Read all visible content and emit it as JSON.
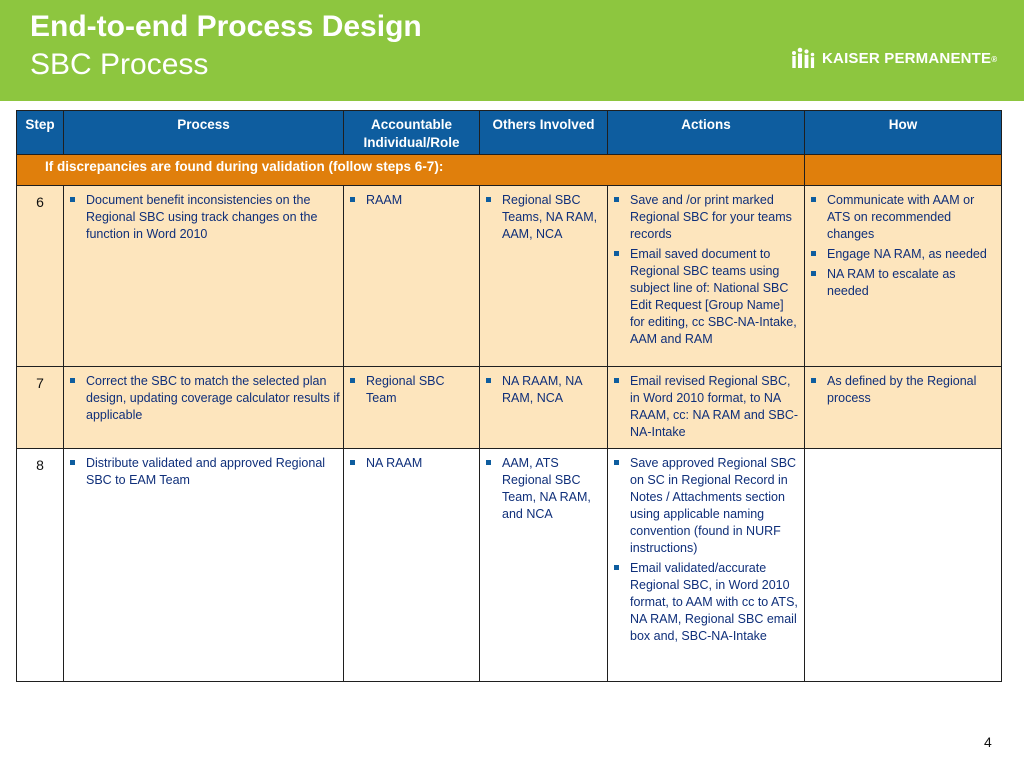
{
  "slide": {
    "title": "End-to-end Process Design",
    "subtitle": "SBC Process",
    "logo_text": "KAISER PERMANENTE",
    "logo_mark": "®",
    "page_number": "4"
  },
  "table": {
    "headers": {
      "step": "Step",
      "process": "Process",
      "accountable": "Accountable Individual/Role",
      "others": "Others Involved",
      "actions": "Actions",
      "how": "How"
    },
    "section_label": "If discrepancies are found during validation (follow steps 6-7):",
    "rows": [
      {
        "step": "6",
        "process": [
          "Document benefit inconsistencies on the Regional SBC using track changes on the function in Word 2010"
        ],
        "accountable": [
          "RAAM"
        ],
        "others": [
          "Regional SBC Teams, NA RAM, AAM, NCA"
        ],
        "actions": [
          "Save and /or print marked Regional SBC for your teams records",
          "Email saved document to Regional SBC teams using subject line of: National SBC Edit Request [Group Name] for editing, cc SBC-NA-Intake, AAM and RAM"
        ],
        "how": [
          "Communicate with AAM or ATS on recommended changes",
          "Engage NA RAM, as needed",
          "NA RAM to escalate as needed"
        ]
      },
      {
        "step": "7",
        "process": [
          "Correct the SBC to match the selected plan design, updating coverage calculator results if applicable"
        ],
        "accountable": [
          "Regional SBC Team"
        ],
        "others": [
          "NA RAAM, NA RAM, NCA"
        ],
        "actions": [
          "Email revised Regional SBC, in Word 2010 format, to NA RAAM, cc: NA RAM and SBC-NA-Intake"
        ],
        "how": [
          "As defined by the Regional process"
        ]
      },
      {
        "step": "8",
        "process": [
          "Distribute validated and approved Regional SBC to EAM Team"
        ],
        "accountable": [
          "NA RAAM"
        ],
        "others": [
          "AAM, ATS Regional SBC Team, NA RAM, and NCA"
        ],
        "actions": [
          "Save approved Regional SBC on SC in Regional Record in Notes / Attachments section using applicable naming convention (found in NURF instructions)",
          "Email validated/accurate Regional SBC, in Word 2010 format, to AAM with cc to ATS, NA RAM, Regional SBC email box and, SBC-NA-Intake"
        ],
        "how": []
      }
    ]
  },
  "colors": {
    "header_bar": "#8dc63f",
    "table_header": "#0e5d9f",
    "section_bar": "#e07f0c",
    "peach_row": "#fde5bd",
    "body_text": "#0f2f7a"
  }
}
